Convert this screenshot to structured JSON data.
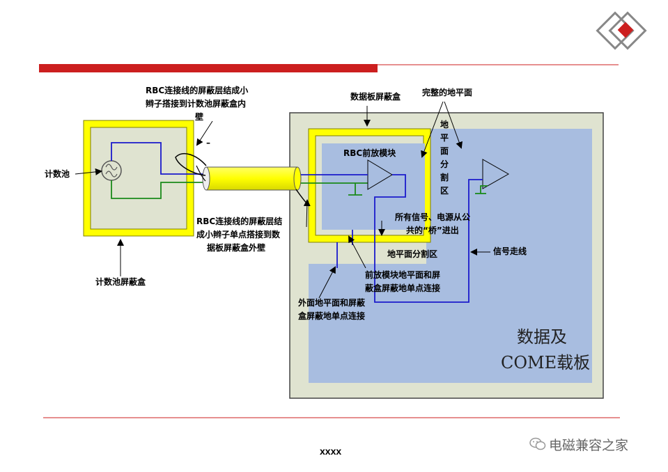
{
  "labels": {
    "rbc_cable_shield_line1": "RBC连接线的屏蔽层结成小",
    "rbc_cable_shield_line2": "辫子搭接到计数池屏蔽盒内",
    "rbc_cable_shield_line3": "壁",
    "dash_mark": "–",
    "counting_cell": "计数池",
    "counting_cell_shield_box": "计数池屏蔽盒",
    "data_board_shield_box": "数据板屏蔽盒",
    "complete_ground_plane": "完整的地平面",
    "ground_plane_partition_vertical": [
      "地",
      "平",
      "面",
      "分",
      "割",
      "区"
    ],
    "rbc_preamp_module": "RBC前放模块",
    "bridge_note_line1": "所有信号、电源从公",
    "bridge_note_line2": "共的“桥”进出",
    "ground_plane_partition_zone": "地平面分割区",
    "signal_trace": "信号走线",
    "rbc_pigtail_single_line1": "RBC连接线的屏蔽层结",
    "rbc_pigtail_single_line2": "成小辫子单点搭接到数",
    "rbc_pigtail_single_line3": "据板屏蔽盒外壁",
    "preamp_ground_line1": "前放模块地平面和屏",
    "preamp_ground_line2": "蔽盒屏蔽地单点连接",
    "outer_ground_line1": "外面地平面和屏蔽",
    "outer_ground_line2": "盒屏蔽地单点连接",
    "carrier_board_line1": "数据及",
    "carrier_board_line2": "COME载板"
  },
  "footer": {
    "page_text": "xxxx",
    "watermark": "电磁兼容之家"
  },
  "colors": {
    "header_bar": "#cc1f1f",
    "shield_yellow": "#ffff00",
    "shield_outline": "#7f7f00",
    "board_gray": "#dfe3d0",
    "ground_blue": "#a8bde0",
    "signal_line": "#1a1acc",
    "ground_line": "#1a8a1a",
    "logo_red": "#cc1f1f"
  }
}
